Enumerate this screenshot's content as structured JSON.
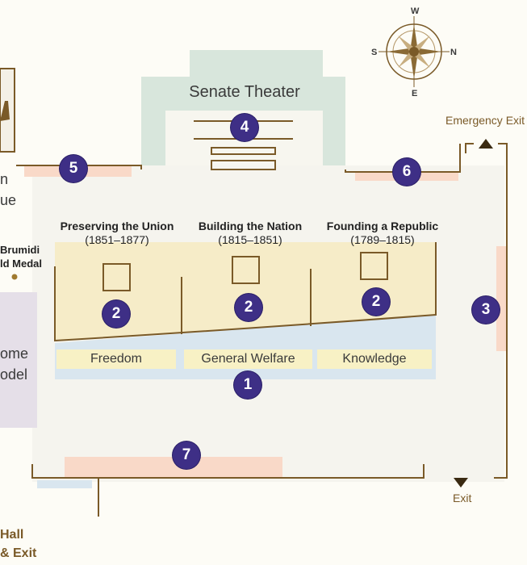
{
  "map": {
    "theater_label": "Senate Theater",
    "emergency_exit_label": "Emergency Exit",
    "exit_label": "Exit",
    "compass": {
      "w": "W",
      "n": "N",
      "s": "S",
      "e": "E"
    },
    "galleries": [
      {
        "title": "Preserving the Union",
        "years": "(1851–1877)"
      },
      {
        "title": "Building the Nation",
        "years": "(1815–1851)"
      },
      {
        "title": "Founding a Republic",
        "years": "(1789–1815)"
      }
    ],
    "themes": [
      "Freedom",
      "General Welfare",
      "Knowledge"
    ],
    "markers": [
      "1",
      "2",
      "2",
      "2",
      "3",
      "4",
      "5",
      "6",
      "7"
    ],
    "left_fragments": {
      "statue_a": "n",
      "statue_b": "ue",
      "medal_a": "Brumidi",
      "medal_b": "ld Medal",
      "model_a": "ome",
      "model_b": "odel",
      "hall_a": "Hall",
      "hall_b": "& Exit"
    },
    "colors": {
      "wall": "#7a5a28",
      "marker": "#3e2f86",
      "theater": "#d8e6dc",
      "gallery_fill": "#f6ecc8",
      "band_fill": "#f8f1c5",
      "accent_pink": "#f9d9c8",
      "blue_strip": "#d9e6ef"
    }
  }
}
